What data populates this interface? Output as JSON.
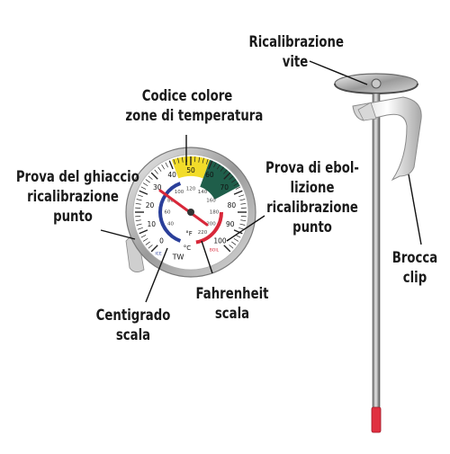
{
  "labels": {
    "screw_recal": [
      "Ricalibrazione",
      "vite"
    ],
    "color_code": [
      "Codice colore",
      "zone di temperatura"
    ],
    "ice_test": [
      "Prova del ghiaccio",
      "ricalibrazione",
      "punto"
    ],
    "boil_test": [
      "Prova di ebol-",
      "lizione",
      "ricalibrazione",
      "punto"
    ],
    "pot_clip": [
      "Brocca",
      "clip"
    ],
    "centigrade": [
      "Centigrado",
      "scala"
    ],
    "fahrenheit": [
      "Fahrenheit",
      "scala"
    ]
  },
  "dial": {
    "celsius_ticks": [
      "0",
      "10",
      "20",
      "30",
      "40",
      "50",
      "60",
      "70",
      "80",
      "90",
      "100"
    ],
    "fahrenheit_ticks": [
      "40",
      "60",
      "80",
      "100",
      "120",
      "140",
      "160",
      "180",
      "200",
      "220"
    ],
    "unit_c": "°C",
    "unit_f": "°F",
    "brand": "TW",
    "ice_mark": "ICE",
    "boil_mark": "BOIL"
  },
  "colors": {
    "celsius_arc": "#2a3f9a",
    "fahrenheit_arc": "#d8283a",
    "zone_yellow": "#f2dc2a",
    "zone_green": "#1f5e4a",
    "needle": "#d8283a",
    "probe_tip": "#e03040",
    "leader": "#111111"
  }
}
